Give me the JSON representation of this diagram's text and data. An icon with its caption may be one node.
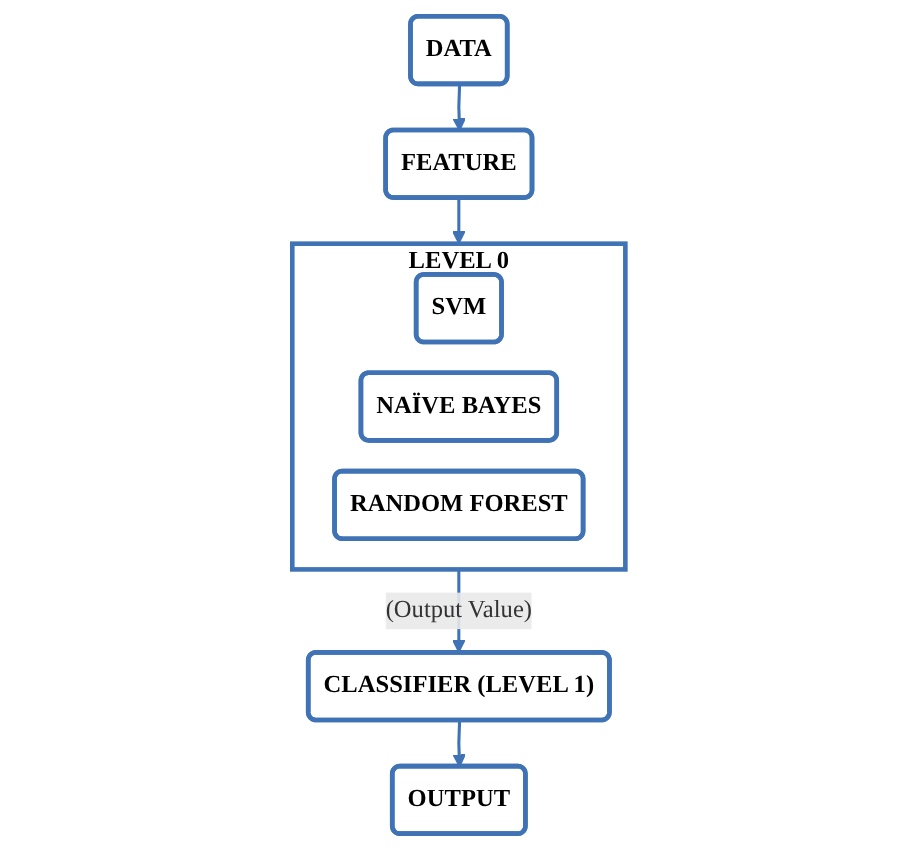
{
  "diagram": {
    "nodes": [
      {
        "text": [
          "DATA"
        ]
      },
      {
        "text": [
          "FEATURE"
        ]
      },
      {
        "text": [
          "LEVEL 0"
        ]
      },
      {
        "text": [
          "SVM"
        ],
        "in": 2
      },
      {
        "text": [
          "NAÏVE BAYES"
        ],
        "in": 2
      },
      {
        "text": [
          "RANDOM FOREST"
        ],
        "in": 2
      },
      {
        "text": [
          "CLASSIFIER (LEVEL 1)"
        ]
      },
      {
        "text": [
          "OUTPUT"
        ]
      }
    ],
    "edges": [
      {
        "from": 0,
        "to": 1,
        "arrow": "to"
      },
      {
        "from": 1,
        "to": 2,
        "arrow": "to"
      },
      {
        "from": 2,
        "to": 6,
        "arrow": "to",
        "label": "(Output Value)"
      },
      {
        "from": 6,
        "to": 7,
        "arrow": "to"
      }
    ]
  }
}
